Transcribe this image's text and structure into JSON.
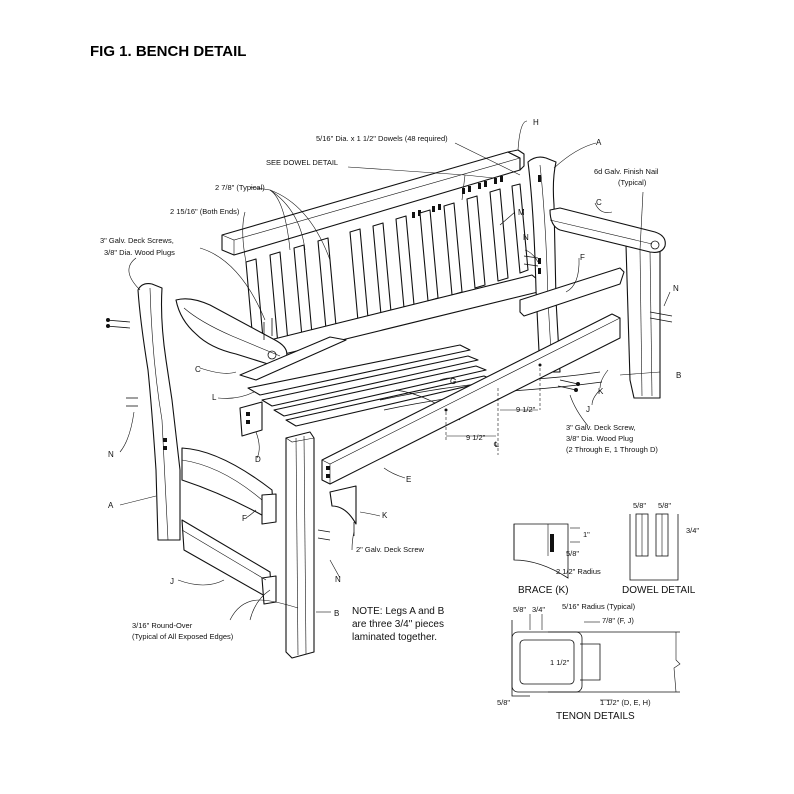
{
  "figure_title": "FIG 1. BENCH DETAIL",
  "callouts": {
    "dowels": "5/16\" Dia. x 1 1/2\" Dowels (48 required)",
    "see_dowel_detail": "SEE DOWEL DETAIL",
    "typical_2_7_8": "2 7/8\" (Typical)",
    "both_ends": "2 15/16\" (Both Ends)",
    "deck_screws_1": "3\" Galv. Deck Screws,",
    "deck_screws_2": "3/8\" Dia. Wood Plugs",
    "finish_nail_1": "6d Galv. Finish Nail",
    "finish_nail_2": "(Typical)",
    "screw_plug_1": "3\" Galv. Deck Screw,",
    "screw_plug_2": "3/8\" Dia. Wood Plug",
    "screw_plug_3": "(2 Through E, 1 Through D)",
    "deck_screw_2in": "2\" Galv. Deck Screw",
    "roundover_1": "3/16\" Round-Over",
    "roundover_2": "(Typical of All Exposed Edges)",
    "dim_9_half_a": "9 1/2\"",
    "dim_9_half_b": "9 1/2\"",
    "center_mark": "℄"
  },
  "note": {
    "line1": "NOTE: Legs A and B",
    "line2": "are three 3/4\" pieces",
    "line3": "laminated together."
  },
  "parts": {
    "A": "A",
    "B": "B",
    "C": "C",
    "D": "D",
    "E": "E",
    "F": "F",
    "G": "G",
    "H": "H",
    "J": "J",
    "K": "K",
    "L": "L",
    "M": "M",
    "N": "N"
  },
  "details": {
    "brace_caption": "BRACE (K)",
    "brace_1in": "1\"",
    "brace_5_8": "5/8\"",
    "brace_radius": "2 1/2\" Radius",
    "dowel_caption": "DOWEL DETAIL",
    "dowel_5_8_a": "5/8\"",
    "dowel_5_8_b": "5/8\"",
    "dowel_3_4": "3/4\"",
    "tenon_caption": "TENON DETAILS",
    "tenon_radius": "5/16\" Radius (Typical)",
    "tenon_5_8_a": "5/8\"",
    "tenon_3_4": "3/4\"",
    "tenon_7_8": "7/8\" (F, J)",
    "tenon_1_half": "1 1/2\"",
    "tenon_1_1_2_deh": "1 1/2\" (D, E, H)",
    "tenon_5_8_b": "5/8\""
  }
}
